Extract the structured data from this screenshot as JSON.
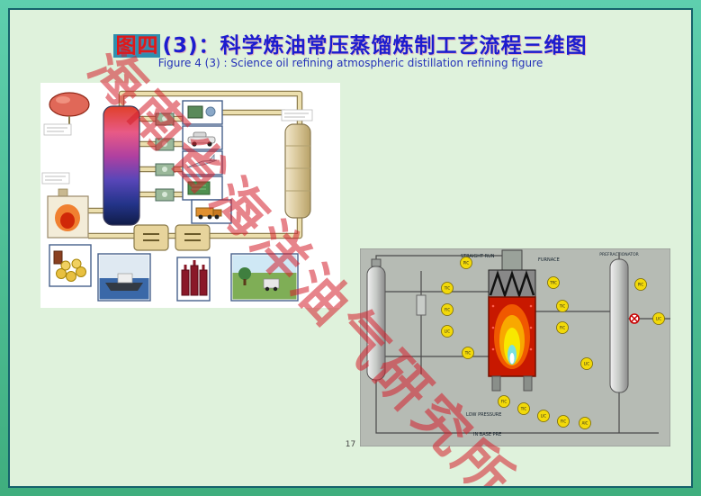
{
  "slide": {
    "title": {
      "highlight": "图四",
      "rest": "(3)：科学炼油常压蒸馏炼制工艺流程三维图"
    },
    "subtitle": "Figure 4 (3) : Science oil refining atmospheric distillation refining figure",
    "watermark": "海南省海洋油气研究所",
    "page_number": "17"
  },
  "right_figure": {
    "labels": {
      "top_left": "STRAIGHT RUN",
      "furnace": "FURNACE",
      "prefractionator": "PREFRACTIONATOR",
      "bottom_line1": "LOW PRESSURE",
      "bottom_line2": "IN BASE PRE"
    },
    "tags": [
      "PIC",
      "TIC",
      "FIC",
      "LIC",
      "TIC",
      "TRC",
      "TIC",
      "FIC",
      "LIC",
      "PIC",
      "LIC",
      "FIC",
      "TIC",
      "LIC",
      "FIC",
      "AIC"
    ]
  },
  "colors": {
    "border_green": "#45b98e",
    "slide_background": "#dff2dc",
    "frame_line": "#15626b",
    "title_blue": "#1c1ccf",
    "title_highlight_red": "#e01818",
    "watermark_red": "#d41f2c",
    "dcs_background": "#b6bbb4",
    "instrument_tag_yellow": "#f2d90a",
    "furnace_red": "#c81800"
  }
}
